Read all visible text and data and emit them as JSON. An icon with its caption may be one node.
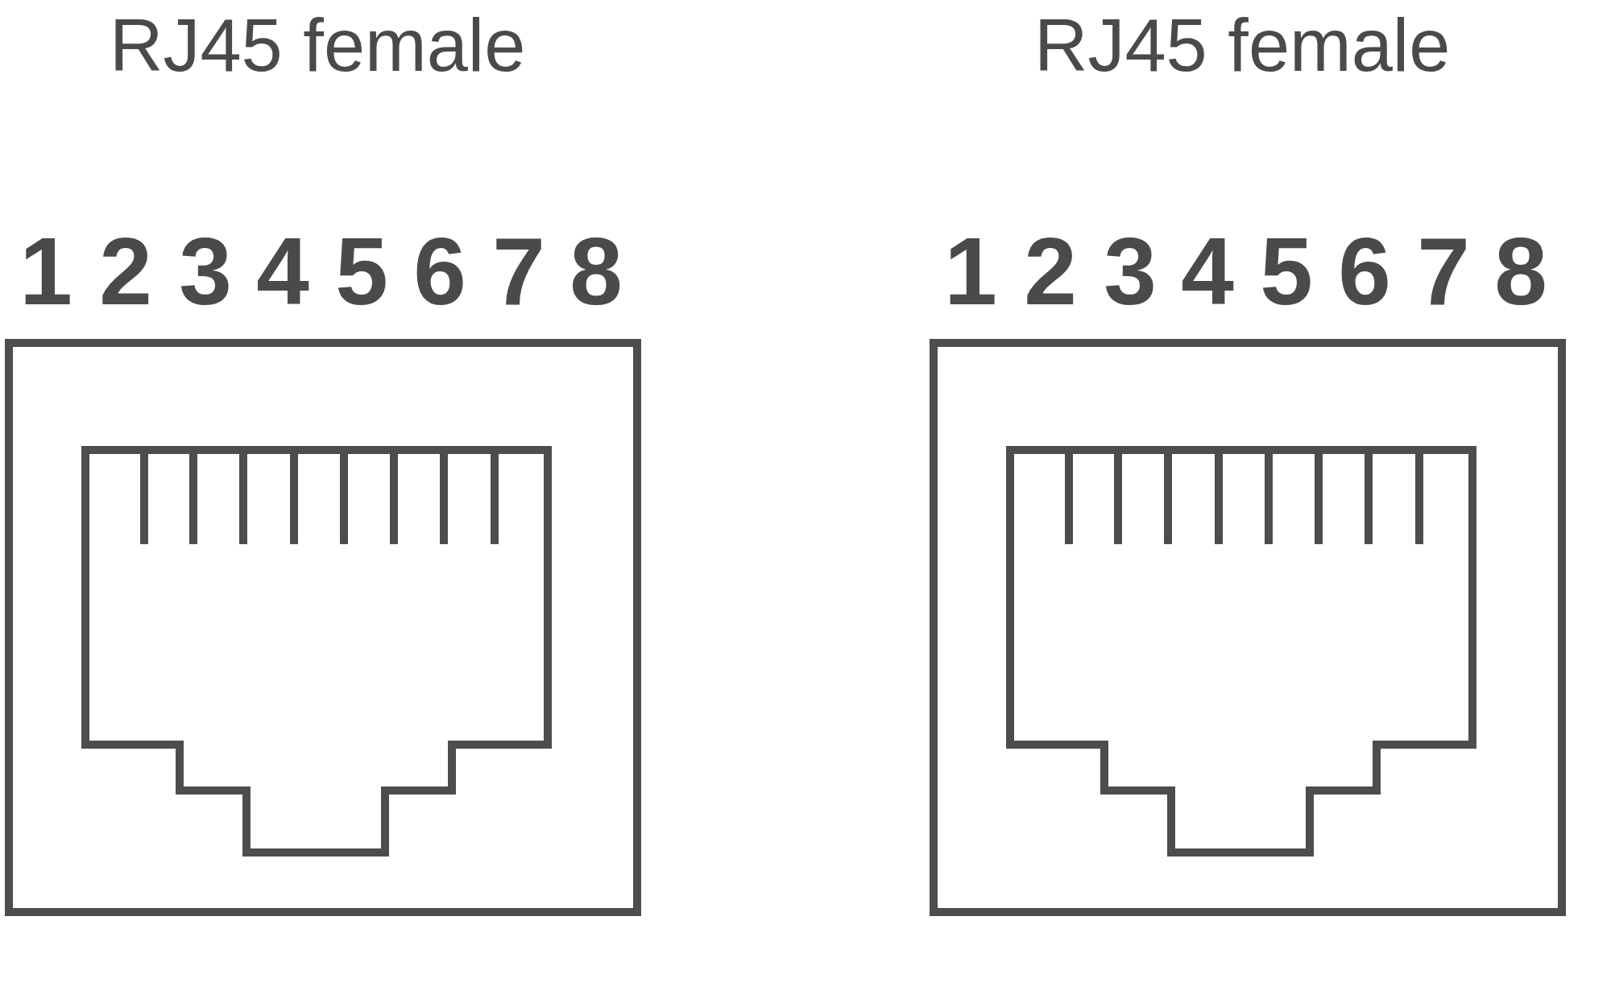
{
  "diagram": {
    "labels": [
      "RJ45 female",
      "RJ45 female",
      "1",
      "2",
      "3",
      "4",
      "5",
      "6",
      "7",
      "8",
      "1",
      "2",
      "3",
      "4",
      "5",
      "6",
      "7",
      "8"
    ]
  }
}
